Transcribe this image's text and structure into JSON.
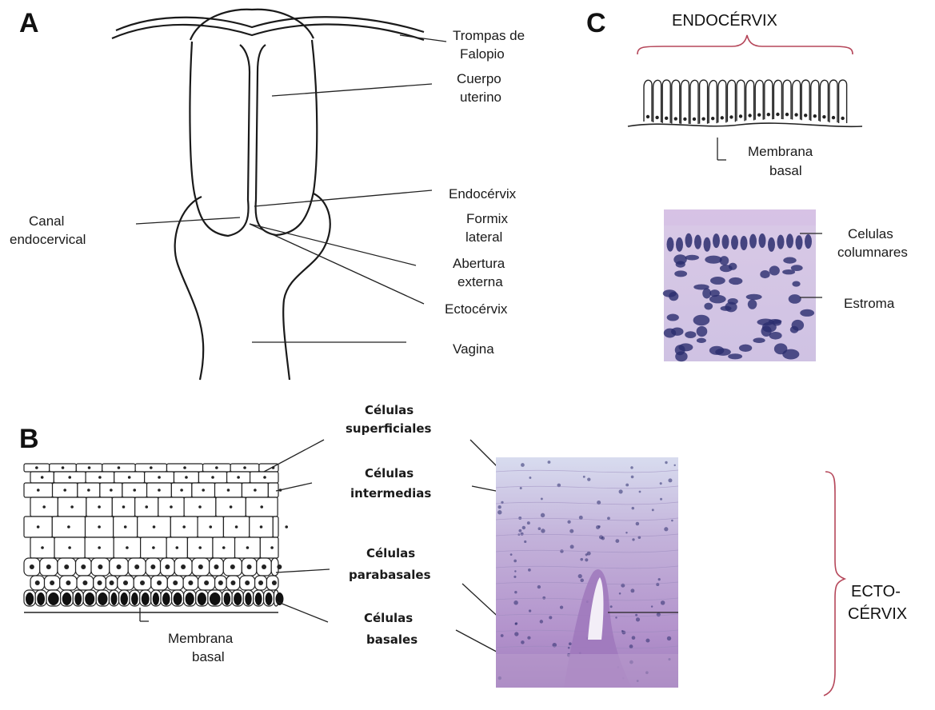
{
  "panels": {
    "a": "A",
    "b": "B",
    "c": "C"
  },
  "panel_a": {
    "trompas": [
      "Trompas de",
      "Falopio"
    ],
    "cuerpo": [
      "Cuerpo",
      "uterino"
    ],
    "endocervix": "Endocérvix",
    "formix": [
      "Formix",
      "lateral"
    ],
    "abertura": [
      "Abertura",
      "externa"
    ],
    "ectocervix": "Ectocérvix",
    "vagina": "Vagina",
    "canal": [
      "Canal",
      "endocervical"
    ]
  },
  "panel_b": {
    "superficiales": [
      "Células",
      "superficiales"
    ],
    "intermedias": [
      "Células",
      "intermedias"
    ],
    "parabasales": [
      "Células",
      "parabasales"
    ],
    "basales": [
      "Células",
      "basales"
    ],
    "membrana": [
      "Membrana",
      "basal"
    ],
    "ecto": [
      "ECTO-",
      "CÉRVIX"
    ]
  },
  "panel_c": {
    "title": "ENDOCÉRVIX",
    "membrana": [
      "Membrana",
      "basal"
    ],
    "columnares": [
      "Celulas",
      "columnares"
    ],
    "estroma": "Estroma"
  },
  "colors": {
    "brace": "#b5475a",
    "stain_top": "#c7cfe8",
    "stain_mid": "#b79ccd",
    "stain_low": "#9e84c0",
    "nucleus": "#2b2d6e"
  }
}
